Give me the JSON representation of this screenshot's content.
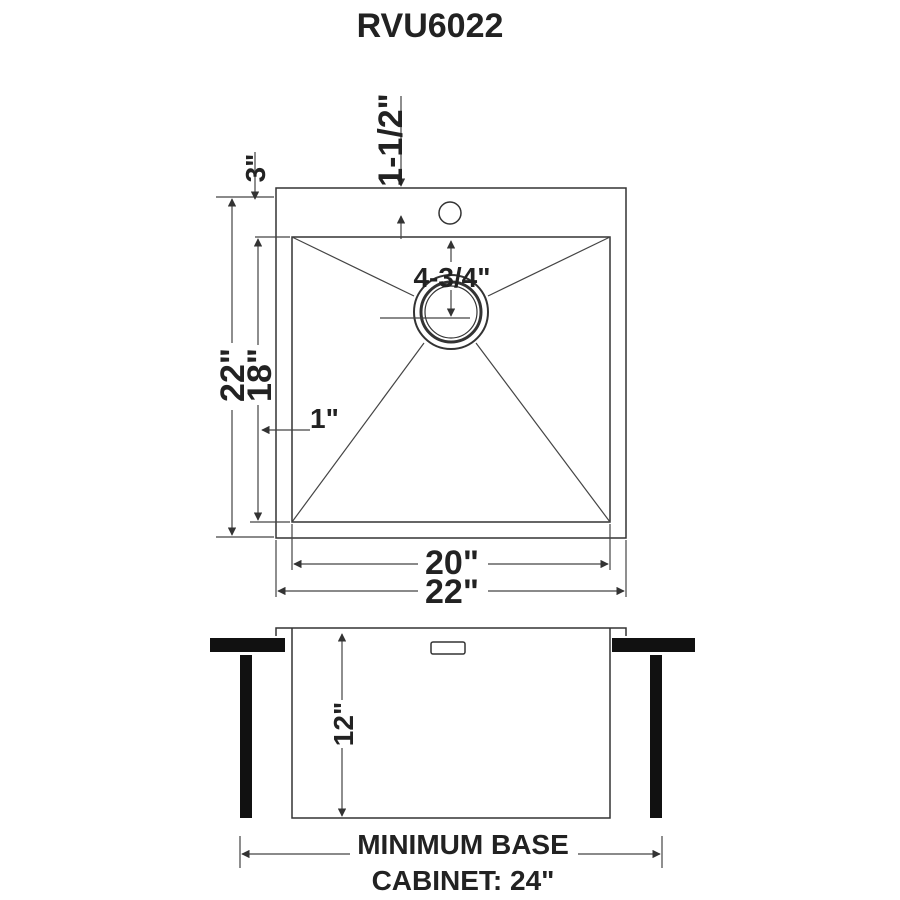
{
  "title": "RVU6022",
  "top_view": {
    "faucet_setback": "1-1/2\"",
    "top_margin": "3\"",
    "drain_offset": "4-3/4\"",
    "side_margin": "1\"",
    "outer_depth": "22\"",
    "bowl_depth": "18\"",
    "bowl_width": "20\"",
    "outer_width": "22\""
  },
  "side_view": {
    "bowl_height": "12\"",
    "cabinet_line1": "MINIMUM BASE",
    "cabinet_line2": "CABINET: 24\""
  },
  "colors": {
    "line": "#333333",
    "text": "#222222",
    "counter": "#111111"
  }
}
